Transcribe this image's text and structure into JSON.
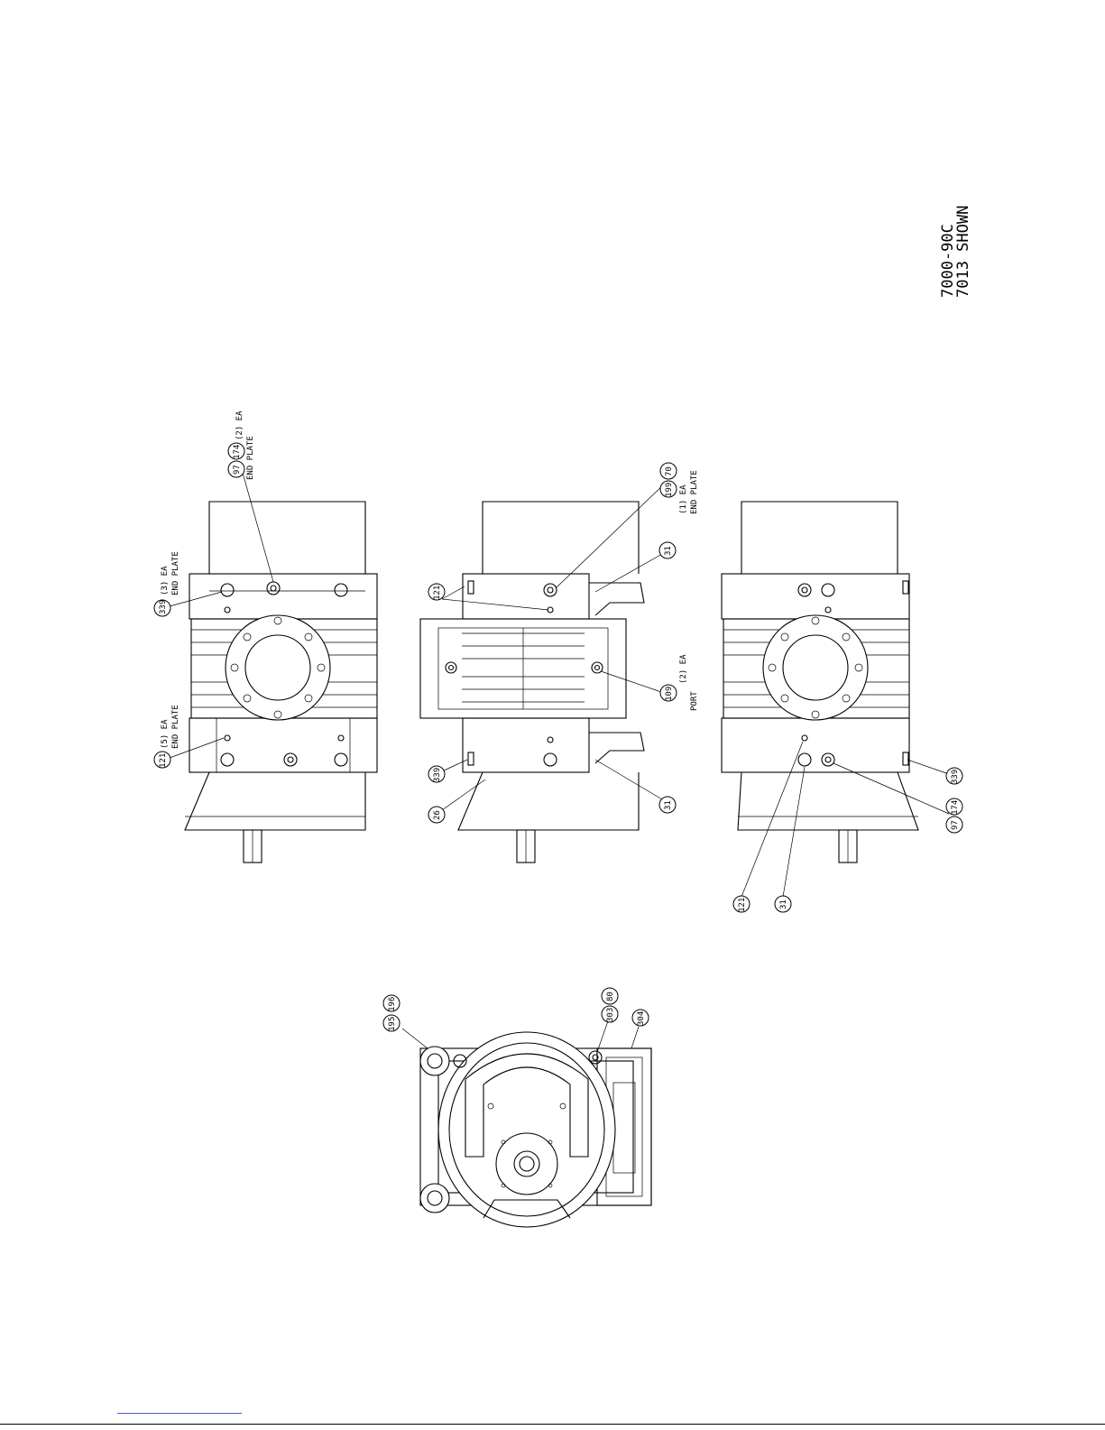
{
  "model": {
    "line1": "7000-90C",
    "line2": "7013 SHOWN"
  },
  "views": {
    "left": {
      "callouts": [
        "339",
        "97",
        "174",
        "121"
      ],
      "notes": [
        "(3) EA",
        "END PLATE",
        "(2) EA",
        "END PLATE",
        "(5) EA",
        "END PLATE"
      ]
    },
    "middle": {
      "callouts": [
        "70",
        "199",
        "121",
        "31",
        "109",
        "339",
        "26",
        "31"
      ],
      "notes": [
        "(1) EA",
        "END PLATE",
        "(2) EA",
        "PORT"
      ]
    },
    "right": {
      "callouts": [
        "339",
        "97",
        "174",
        "121",
        "31"
      ]
    },
    "end": {
      "callouts": [
        "195",
        "196",
        "303",
        "80",
        "304"
      ]
    }
  },
  "colors": {
    "ink": "#000000",
    "link": "#4a5fd0"
  }
}
